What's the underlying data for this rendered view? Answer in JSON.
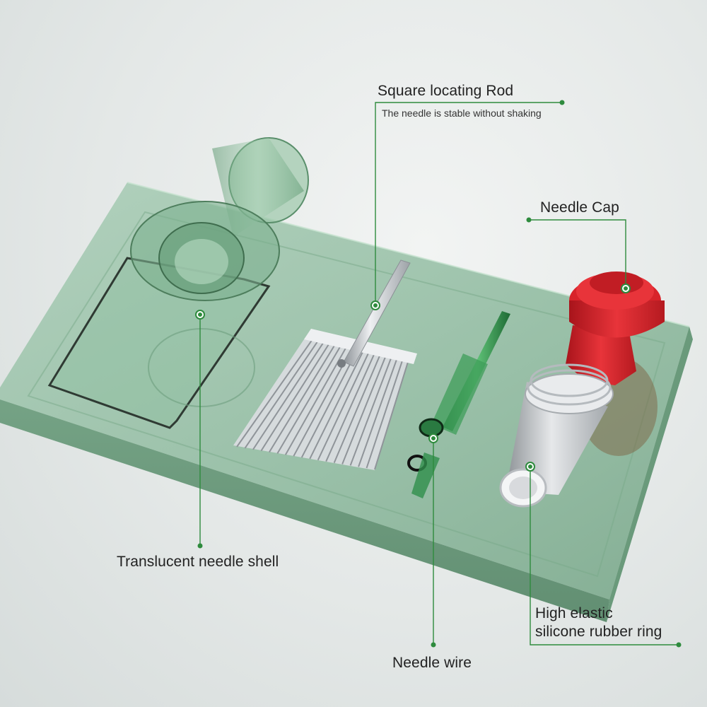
{
  "callouts": {
    "square_rod": {
      "title": "Square locating Rod",
      "subtitle": "The needle is stable without shaking"
    },
    "needle_cap": {
      "title": "Needle Cap"
    },
    "needle_shell": {
      "title": "Translucent needle shell"
    },
    "needle_wire": {
      "title": "Needle wire"
    },
    "rubber_ring": {
      "title_line1": "High elastic",
      "title_line2": "silicone rubber ring"
    }
  },
  "colors": {
    "callout_line": "#2e8b3d",
    "tray": "#8fb9a0",
    "needle_cap": "#d8232a",
    "shell": "#7fb592",
    "metal": "#c9ccd0"
  }
}
